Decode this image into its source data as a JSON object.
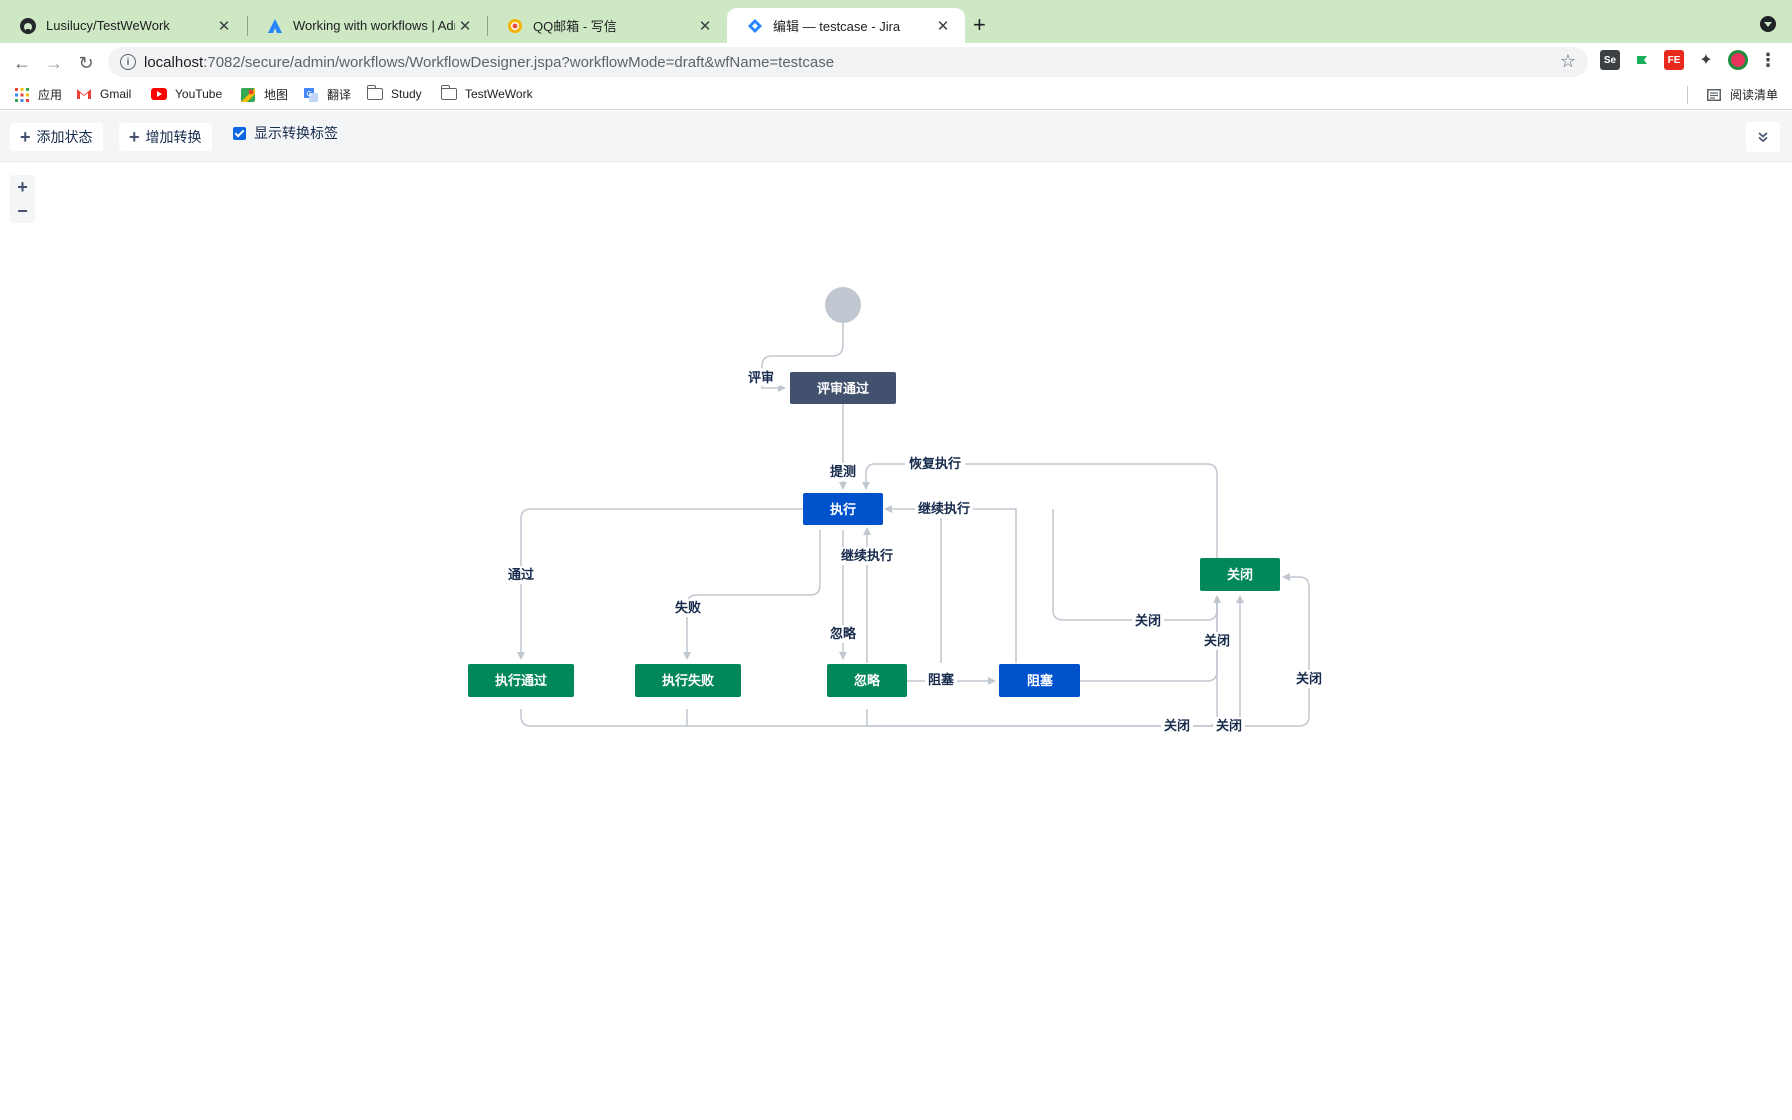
{
  "browser": {
    "tabs": [
      {
        "title": "Lusilucy/TestWeWork",
        "icon": "github-icon",
        "active": false
      },
      {
        "title": "Working with workflows | Admi",
        "icon": "atlassian-icon",
        "active": false
      },
      {
        "title": "QQ邮箱 - 写信",
        "icon": "qqmail-icon",
        "active": false
      },
      {
        "title": "编辑 — testcase - Jira",
        "icon": "jira-icon",
        "active": true
      }
    ],
    "address": {
      "host": "localhost",
      "path": ":7082/secure/admin/workflows/WorkflowDesigner.jspa?workflowMode=draft&wfName=testcase"
    },
    "extensions": [
      {
        "name": "selenium-ide-icon",
        "text": "Se"
      },
      {
        "name": "flag-extension-icon",
        "text": ""
      },
      {
        "name": "fe-helper-icon",
        "text": "FE"
      },
      {
        "name": "extensions-puzzle-icon",
        "text": ""
      },
      {
        "name": "profile-avatar-icon",
        "text": ""
      },
      {
        "name": "more-menu-icon",
        "text": "⋮"
      }
    ],
    "bookmarks": [
      {
        "label": "应用",
        "icon": "apps-grid-icon"
      },
      {
        "label": "Gmail",
        "icon": "gmail-icon"
      },
      {
        "label": "YouTube",
        "icon": "youtube-icon"
      },
      {
        "label": "地图",
        "icon": "maps-icon"
      },
      {
        "label": "翻译",
        "icon": "translate-icon"
      },
      {
        "label": "Study",
        "icon": "folder-icon"
      },
      {
        "label": "TestWeWork",
        "icon": "folder-icon"
      }
    ],
    "reading_list": "阅读清单"
  },
  "designer": {
    "add_status": "添加状态",
    "add_transition": "增加转换",
    "show_labels": "显示转换标签",
    "show_labels_checked": true,
    "zoom_in": "+",
    "zoom_out": "−"
  },
  "workflow": {
    "statuses": {
      "review_passed": "评审通过",
      "execute": "执行",
      "closed": "关闭",
      "execute_passed": "执行通过",
      "execute_failed": "执行失败",
      "ignored": "忽略",
      "blocked": "阻塞"
    },
    "transitions": {
      "review": "评审",
      "submit_test": "提测",
      "resume_execution": "恢复执行",
      "continue_execution_1": "继续执行",
      "continue_execution_2": "继续执行",
      "pass": "通过",
      "fail": "失败",
      "ignore": "忽略",
      "block": "阻塞",
      "close_1": "关闭",
      "close_2": "关闭",
      "close_3": "关闭",
      "close_4": "关闭",
      "close_5": "关闭"
    },
    "colors": {
      "done": "#00875a",
      "in_progress": "#0052cc",
      "todo": "#42526e",
      "initial": "#c1c7d0"
    }
  }
}
